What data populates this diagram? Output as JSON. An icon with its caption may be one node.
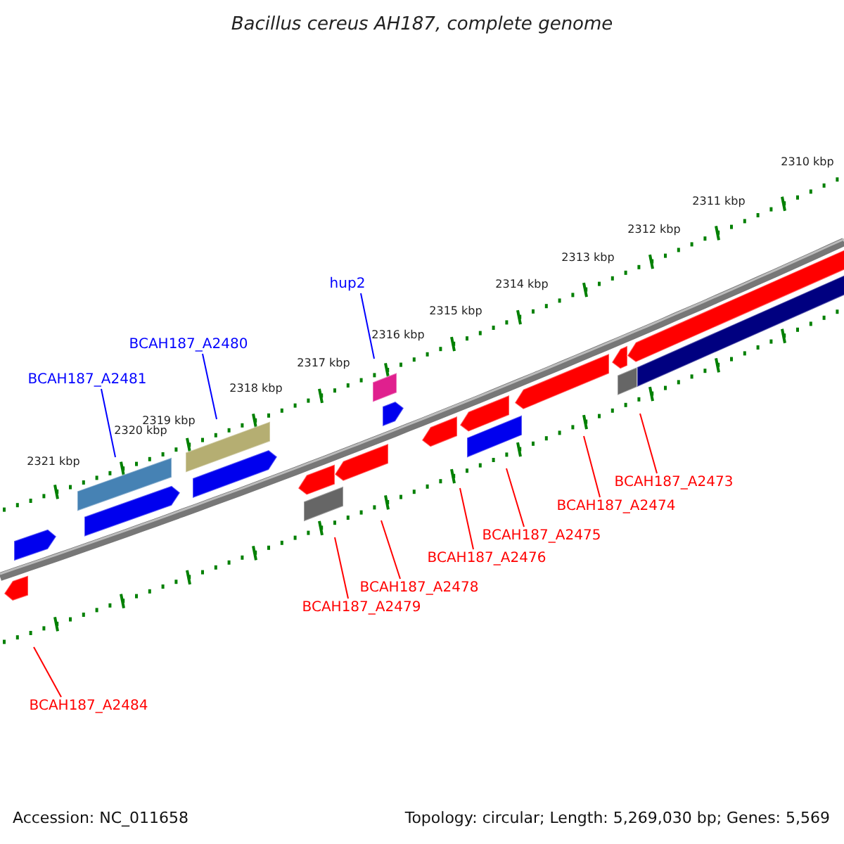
{
  "diagram": {
    "title": "Bacillus cereus AH187, complete genome",
    "nodes": [
      {
        "text": [
          "hup2"
        ]
      },
      {
        "text": [
          "BCAH187_A2480"
        ]
      },
      {
        "text": [
          "BCAH187_A2481"
        ]
      },
      {
        "text": [
          "BCAH187_A2473"
        ]
      },
      {
        "text": [
          "BCAH187_A2474"
        ]
      },
      {
        "text": [
          "BCAH187_A2475"
        ]
      },
      {
        "text": [
          "BCAH187_A2476"
        ]
      },
      {
        "text": [
          "BCAH187_A2478"
        ]
      },
      {
        "text": [
          "BCAH187_A2479"
        ]
      },
      {
        "text": [
          "BCAH187_A2484"
        ]
      }
    ],
    "edges": [
      {
        "from": 0,
        "to": null,
        "arrow": "none",
        "color": "#0000ff"
      },
      {
        "from": 1,
        "to": null,
        "arrow": "none",
        "color": "#0000ff"
      },
      {
        "from": 2,
        "to": null,
        "arrow": "none",
        "color": "#0000ff"
      },
      {
        "from": 3,
        "to": null,
        "arrow": "none"
      },
      {
        "from": 4,
        "to": null,
        "arrow": "none"
      },
      {
        "from": 5,
        "to": null,
        "arrow": "none"
      },
      {
        "from": 6,
        "to": null,
        "arrow": "none"
      },
      {
        "from": 7,
        "to": null,
        "arrow": "none"
      },
      {
        "from": 8,
        "to": null,
        "arrow": "none"
      },
      {
        "from": 9,
        "to": null,
        "arrow": "none"
      }
    ],
    "labels": [
      "2310 kbp",
      "2311 kbp",
      "2312 kbp",
      "2313 kbp",
      "2314 kbp",
      "2315 kbp",
      "2316 kbp",
      "2317 kbp",
      "2318 kbp",
      "2319 kbp",
      "2320 kbp",
      "2321 kbp",
      "Accession: NC_011658",
      "Topology: circular; Length: 5,269,030 bp; Genes: 5,569"
    ]
  }
}
